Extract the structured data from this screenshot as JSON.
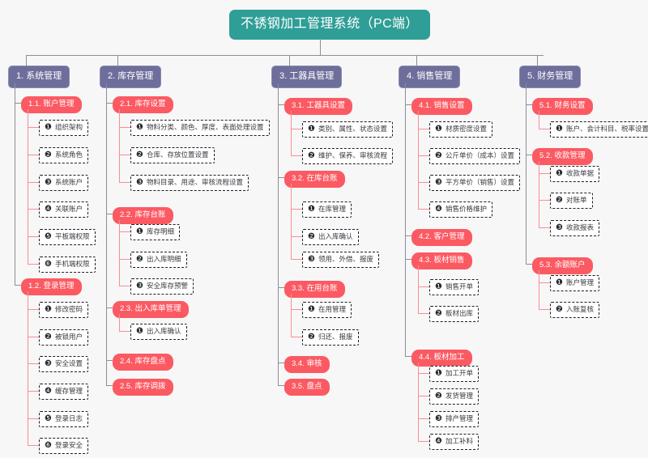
{
  "diagram": {
    "title": "不锈钢加工管理系统（PC端）",
    "type": "organization-chart",
    "colors": {
      "root": "#2f9e96",
      "level1": "#6e6e9c",
      "level2": "#fb5a63",
      "level3_border": "#1d1d22",
      "background": "#f7f7f7",
      "connector": "#9a9aa8"
    }
  },
  "branches": [
    {
      "label": "1. 系统管理",
      "groups": [
        {
          "label": "1.1. 账户管理",
          "items": [
            {
              "n": "❶",
              "label": "组织架构"
            },
            {
              "n": "❷",
              "label": "系统角色"
            },
            {
              "n": "❸",
              "label": "系统账户"
            },
            {
              "n": "❹",
              "label": "关联账户"
            },
            {
              "n": "❺",
              "label": "平板端权限"
            },
            {
              "n": "❻",
              "label": "手机端权限"
            }
          ]
        },
        {
          "label": "1.2. 登录管理",
          "items": [
            {
              "n": "❶",
              "label": "修改密码"
            },
            {
              "n": "❷",
              "label": "被锁用户"
            },
            {
              "n": "❸",
              "label": "安全设置"
            },
            {
              "n": "❹",
              "label": "缓存管理"
            },
            {
              "n": "❺",
              "label": "登录日志"
            },
            {
              "n": "❻",
              "label": "登录安全"
            }
          ]
        }
      ]
    },
    {
      "label": "2. 库存管理",
      "groups": [
        {
          "label": "2.1. 库存设置",
          "items": [
            {
              "n": "❶",
              "label": "物料分类、颜色、厚度、表面处理设置"
            },
            {
              "n": "❷",
              "label": "仓库、存放位置设置"
            },
            {
              "n": "❸",
              "label": "物料目录、用途、审核流程设置"
            }
          ]
        },
        {
          "label": "2.2. 库存台账",
          "items": [
            {
              "n": "❶",
              "label": "库存明细"
            },
            {
              "n": "❷",
              "label": "出入库明细"
            },
            {
              "n": "❸",
              "label": "安全库存预警"
            }
          ]
        },
        {
          "label": "2.3. 出入库单管理",
          "items": [
            {
              "n": "❶",
              "label": "出入库确认"
            }
          ]
        },
        {
          "label": "2.4. 库存盘点",
          "items": []
        },
        {
          "label": "2.5. 库存调拨",
          "items": []
        }
      ]
    },
    {
      "label": "3. 工器具管理",
      "groups": [
        {
          "label": "3.1. 工器具设置",
          "items": [
            {
              "n": "❶",
              "label": "类别、属性、状态设置"
            },
            {
              "n": "❷",
              "label": "维护、保养、审核流程"
            }
          ]
        },
        {
          "label": "3.2. 在库台账",
          "items": [
            {
              "n": "❶",
              "label": "在库管理"
            },
            {
              "n": "❷",
              "label": "出入库确认"
            },
            {
              "n": "❸",
              "label": "领用、外借、报废"
            }
          ]
        },
        {
          "label": "3.3. 在用台账",
          "items": [
            {
              "n": "❶",
              "label": "在用管理"
            },
            {
              "n": "❷",
              "label": "归还、报废"
            }
          ]
        },
        {
          "label": "3.4. 审核",
          "items": []
        },
        {
          "label": "3.5. 盘点",
          "items": []
        }
      ]
    },
    {
      "label": "4. 销售管理",
      "groups": [
        {
          "label": "4.1. 销售设置",
          "items": [
            {
              "n": "❶",
              "label": "材质密度设置"
            },
            {
              "n": "❷",
              "label": "公斤单价（成本）设置"
            },
            {
              "n": "❸",
              "label": "平方单价（销售）设置"
            },
            {
              "n": "❹",
              "label": "销售价格维护"
            }
          ]
        },
        {
          "label": "4.2. 客户管理",
          "items": []
        },
        {
          "label": "4.3. 板材销售",
          "items": [
            {
              "n": "❶",
              "label": "销售开单"
            },
            {
              "n": "❷",
              "label": "板材出库"
            }
          ]
        },
        {
          "label": "4.4. 板材加工",
          "items": [
            {
              "n": "❶",
              "label": "加工开单"
            },
            {
              "n": "❷",
              "label": "发货管理"
            },
            {
              "n": "❸",
              "label": "排产管理"
            },
            {
              "n": "❹",
              "label": "加工补料"
            }
          ]
        }
      ]
    },
    {
      "label": "5. 财务管理",
      "groups": [
        {
          "label": "5.1. 财务设置",
          "items": [
            {
              "n": "❶",
              "label": "账户、会计科目、税率设置"
            }
          ]
        },
        {
          "label": "5.2. 收款管理",
          "items": [
            {
              "n": "❶",
              "label": "收款单据"
            },
            {
              "n": "❷",
              "label": "对账单"
            },
            {
              "n": "❸",
              "label": "收款报表"
            }
          ]
        },
        {
          "label": "5.3. 余额账户",
          "items": [
            {
              "n": "❶",
              "label": "账户管理"
            },
            {
              "n": "❷",
              "label": "入账复核"
            }
          ]
        }
      ]
    }
  ]
}
